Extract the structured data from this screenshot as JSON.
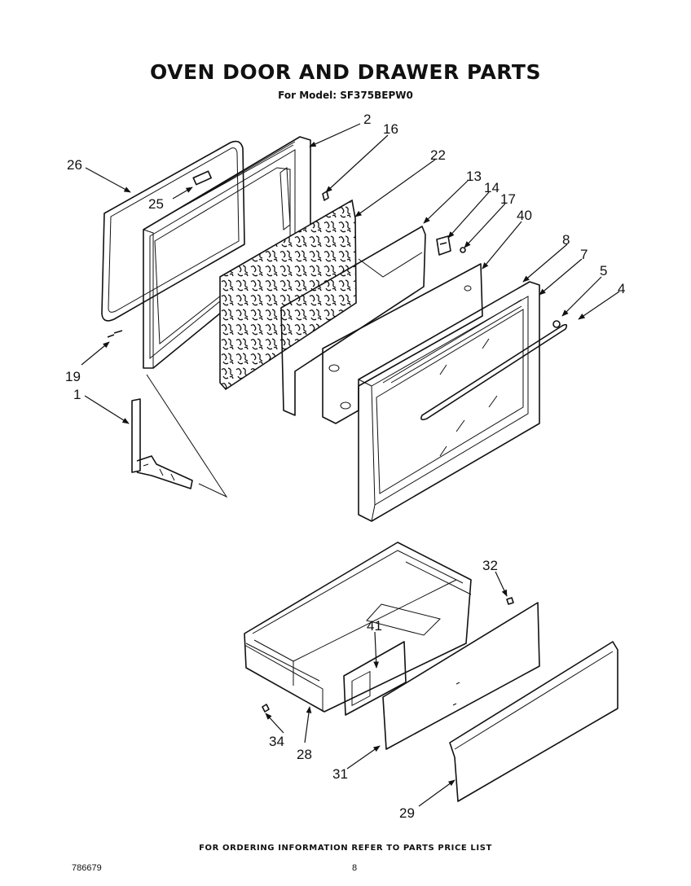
{
  "title": "OVEN DOOR AND  DRAWER PARTS",
  "subtitle": "For Model: SF375BEPW0",
  "footer": "FOR ORDERING INFORMATION REFER TO PARTS PRICE LIST",
  "doc_number": "786679",
  "page_number": "8",
  "callouts": {
    "c2": "2",
    "c16": "16",
    "c22": "22",
    "c26": "26",
    "c25": "25",
    "c13": "13",
    "c14": "14",
    "c17": "17",
    "c40": "40",
    "c8": "8",
    "c7": "7",
    "c5": "5",
    "c4": "4",
    "c19": "19",
    "c1": "1",
    "c32": "32",
    "c41": "41",
    "c34": "34",
    "c28": "28",
    "c31": "31",
    "c29": "29"
  }
}
